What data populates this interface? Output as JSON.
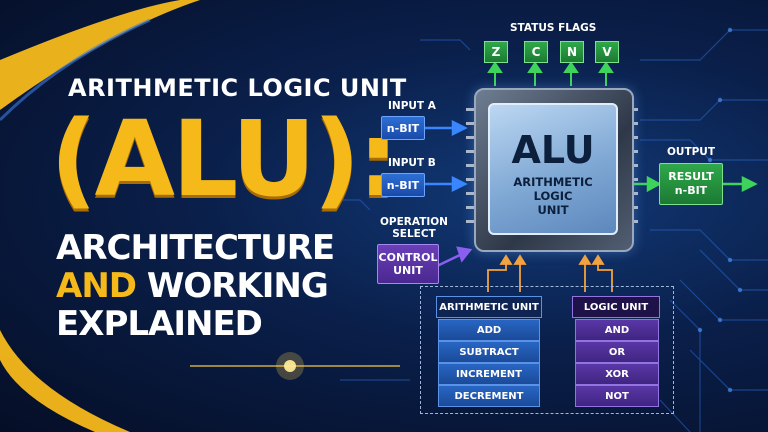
{
  "title": {
    "line1": "ARITHMETIC LOGIC UNIT",
    "line2": "(ALU):",
    "line3": "ARCHITECTURE",
    "line4_accent": "AND",
    "line4_rest": " WORKING",
    "line5": "EXPLAINED"
  },
  "diagram": {
    "status_flags_label": "STATUS FLAGS",
    "flags": [
      "Z",
      "C",
      "N",
      "V"
    ],
    "input_a": {
      "label": "INPUT A",
      "box": "n-BIT"
    },
    "input_b": {
      "label": "INPUT B",
      "box": "n-BIT"
    },
    "operation_select": {
      "label_1": "OPERATION",
      "label_2": "SELECT",
      "box_1": "CONTROL",
      "box_2": "UNIT"
    },
    "alu": {
      "title": "ALU",
      "sub_1": "ARITHMETIC",
      "sub_2": "LOGIC",
      "sub_3": "UNIT"
    },
    "output": {
      "label": "OUTPUT",
      "box_1": "RESULT",
      "box_2": "n-BIT"
    },
    "arithmetic_unit": {
      "title": "ARITHMETIC UNIT",
      "ops": [
        "ADD",
        "SUBTRACT",
        "INCREMENT",
        "DECREMENT"
      ]
    },
    "logic_unit": {
      "title": "LOGIC UNIT",
      "ops": [
        "AND",
        "OR",
        "XOR",
        "NOT"
      ]
    }
  },
  "colors": {
    "accent_gold": "#f6b91a",
    "input_blue": "#2d6fd6",
    "flag_green": "#2fa84a",
    "control_purple": "#6a3fb8"
  }
}
